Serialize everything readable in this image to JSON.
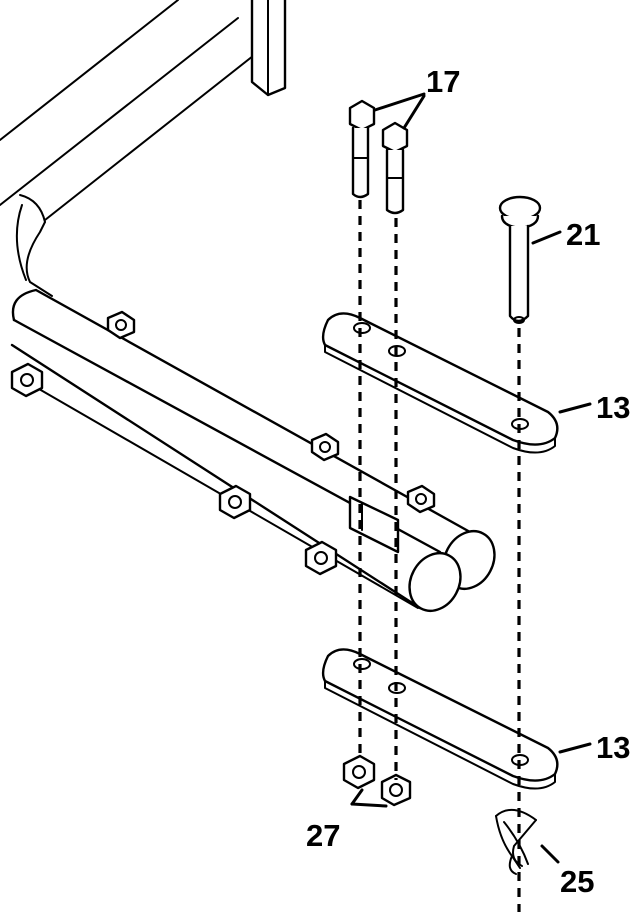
{
  "callouts": {
    "bolts": "17",
    "pin": "21",
    "upper_plate": "13",
    "lower_plate": "13",
    "nuts": "27",
    "clip": "25"
  },
  "colors": {
    "line": "#000000",
    "background": "#ffffff",
    "shade": "#c9c9c9"
  }
}
